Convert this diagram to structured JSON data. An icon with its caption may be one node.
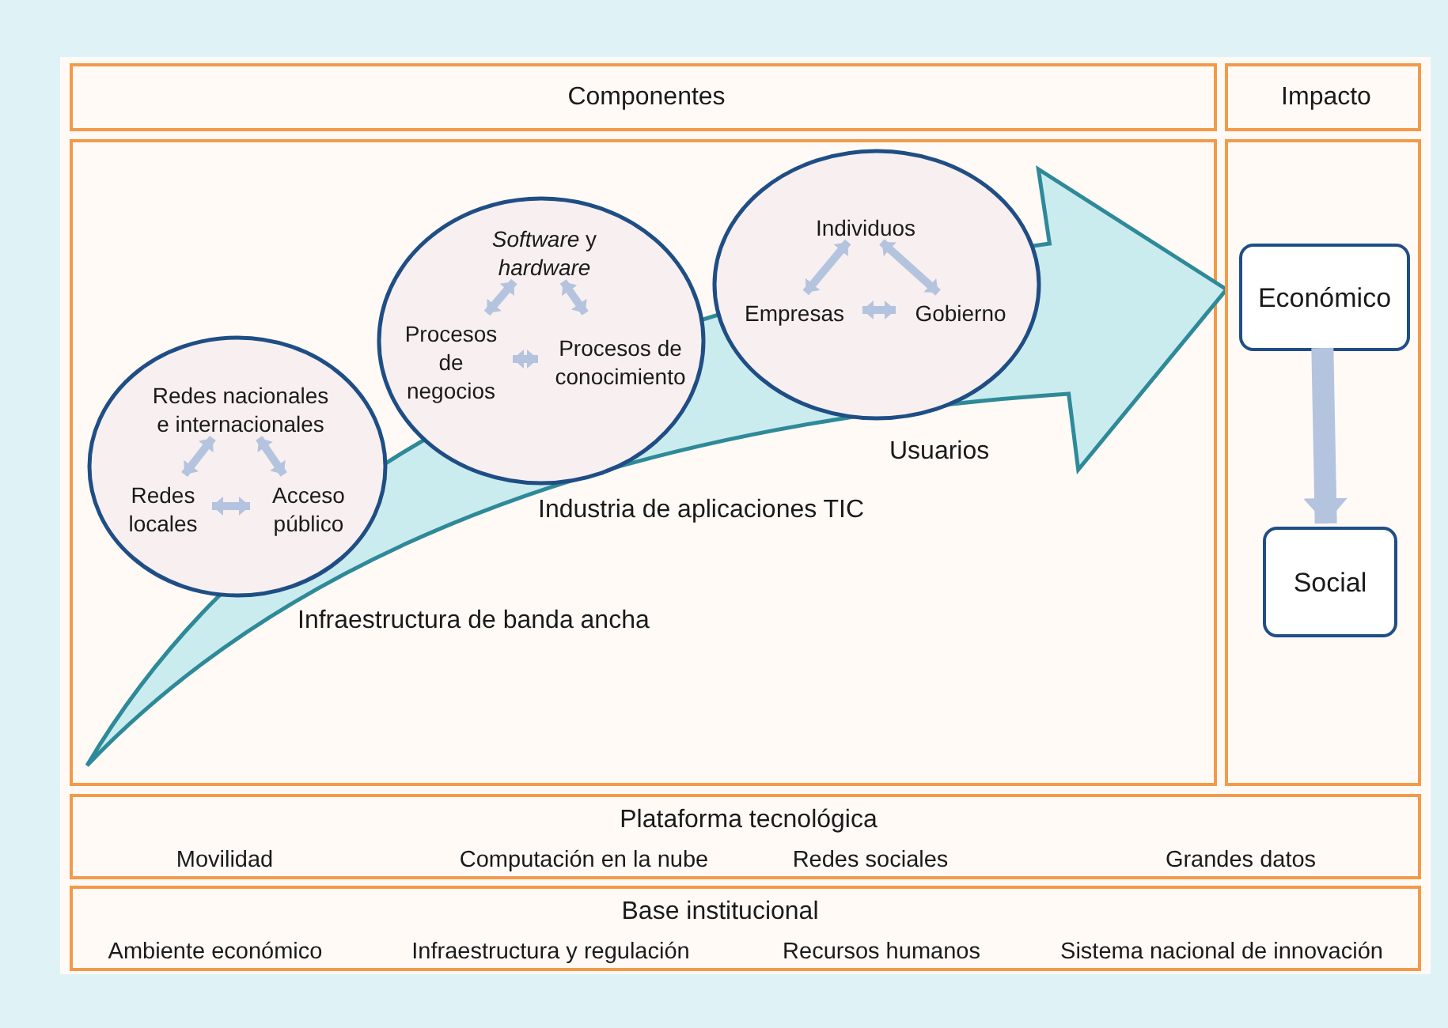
{
  "diagram": {
    "nodes": [
      {
        "text": [
          "Componentes"
        ]
      },
      {
        "text": [
          "Impacto"
        ]
      },
      {
        "text": [],
        "shape": "box"
      },
      {
        "text": [],
        "shape": "circle",
        "in": 2,
        "beside": [
          "Infraestructura de banda ancha"
        ]
      },
      {
        "text": [
          "Redes nacionales e internacionales"
        ],
        "in": 3
      },
      {
        "text": [
          "Redes locales"
        ],
        "in": 3
      },
      {
        "text": [
          "Acceso público"
        ],
        "in": 3
      },
      {
        "text": [],
        "shape": "circle",
        "in": 2,
        "beside": [
          "Industria de aplicaciones TIC"
        ]
      },
      {
        "text": [
          "*Software* y *hardware*"
        ],
        "in": 7
      },
      {
        "text": [
          "Procesos de negocios"
        ],
        "in": 7
      },
      {
        "text": [
          "Procesos de conocimiento"
        ],
        "in": 7
      },
      {
        "text": [],
        "shape": "circle",
        "in": 2,
        "beside": [
          "Usuarios"
        ]
      },
      {
        "text": [
          "Individuos"
        ],
        "in": 11
      },
      {
        "text": [
          "Empresas"
        ],
        "in": 11
      },
      {
        "text": [
          "Gobierno"
        ],
        "in": 11
      },
      {
        "text": [],
        "shape": "box"
      },
      {
        "text": [
          "Económico"
        ],
        "in": 15
      },
      {
        "text": [
          "Social"
        ],
        "in": 15
      },
      {
        "text": [
          "Plataforma tecnológica",
          "Movilidad",
          "Computación en la nube",
          "Redes sociales",
          "Grandes datos"
        ]
      },
      {
        "text": [
          "Base institucional",
          "Ambiente económico",
          "Infraestructura y regulación",
          "Recursos humanos",
          "Sistema nacional de innovación"
        ]
      }
    ],
    "edges": [
      {
        "from": 5,
        "to": 4,
        "arrow": "both"
      },
      {
        "from": 4,
        "to": 6,
        "arrow": "both"
      },
      {
        "from": 5,
        "to": 6,
        "arrow": "both"
      },
      {
        "from": 9,
        "to": 8,
        "arrow": "both"
      },
      {
        "from": 8,
        "to": 10,
        "arrow": "both"
      },
      {
        "from": 9,
        "to": 10,
        "arrow": "both"
      },
      {
        "from": 13,
        "to": 12,
        "arrow": "both"
      },
      {
        "from": 12,
        "to": 14,
        "arrow": "both"
      },
      {
        "from": 13,
        "to": 14,
        "arrow": "both"
      },
      {
        "from": 16,
        "to": 17,
        "arrow": "to",
        "style": "thick"
      },
      {
        "from": null,
        "to": 15,
        "arrow": "to",
        "style": "thick",
        "color": "#2e8a98"
      }
    ]
  }
}
